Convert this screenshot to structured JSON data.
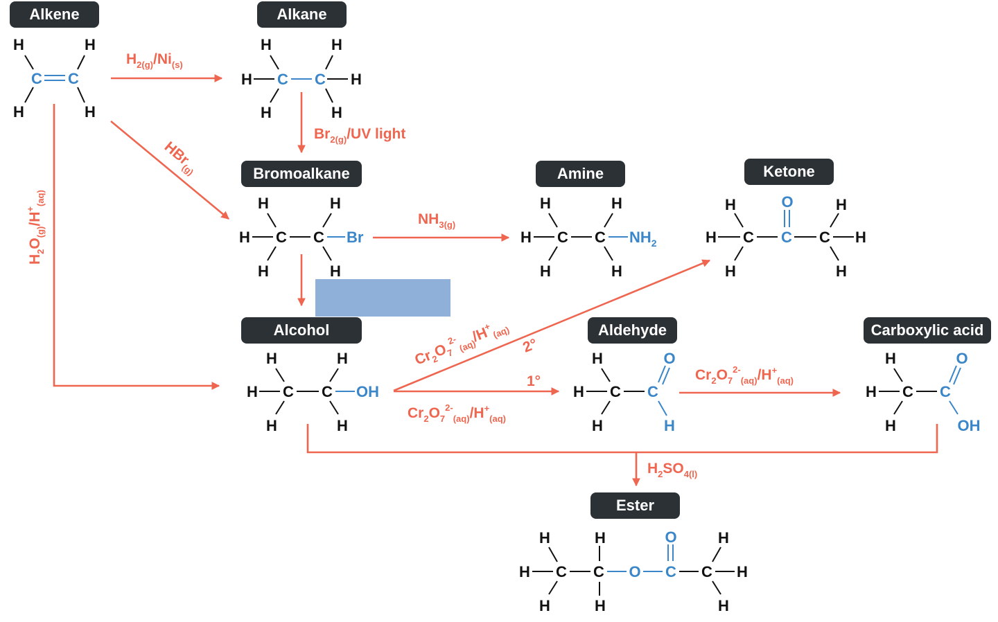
{
  "groups": {
    "alkene": "Alkene",
    "alkane": "Alkane",
    "bromoalkane": "Bromoalkane",
    "amine": "Amine",
    "ketone": "Ketone",
    "alcohol": "Alcohol",
    "aldehyde": "Aldehyde",
    "carboxylic_acid": "Carboxylic acid",
    "ester": "Ester"
  },
  "atoms": {
    "H": "H",
    "C": "C",
    "O": "O",
    "Br": "Br",
    "OH": "OH",
    "NH": "NH",
    "sub2": "2"
  },
  "reagents": {
    "hydrogenation": {
      "a": "H",
      "a_sub": "2(g)",
      "b": "/Ni",
      "b_sub": "(s)"
    },
    "bromination": {
      "a": "Br",
      "a_sub": "2(g)",
      "b": "/UV light"
    },
    "hbr": {
      "a": "HBr",
      "a_sub": "(g)"
    },
    "hydration": {
      "a": "H",
      "a_sub": "2",
      "b": "O",
      "b_sub": "(g)",
      "c": "/H",
      "c_sup": "+",
      "c_sub": "(aq)"
    },
    "ammonia": {
      "a": "NH",
      "a_sub": "3(g)"
    },
    "dichromate": {
      "cr": "Cr",
      "n2": "2",
      "o": "O",
      "n7": "7",
      "charge": "2-",
      "aq": "(aq)",
      "h": "/H",
      "plus": "+"
    },
    "primary": "1°",
    "secondary": "2°",
    "sulfuric": {
      "a": "H",
      "a_sub": "2",
      "b": "SO",
      "b_sub": "4(l)"
    }
  }
}
